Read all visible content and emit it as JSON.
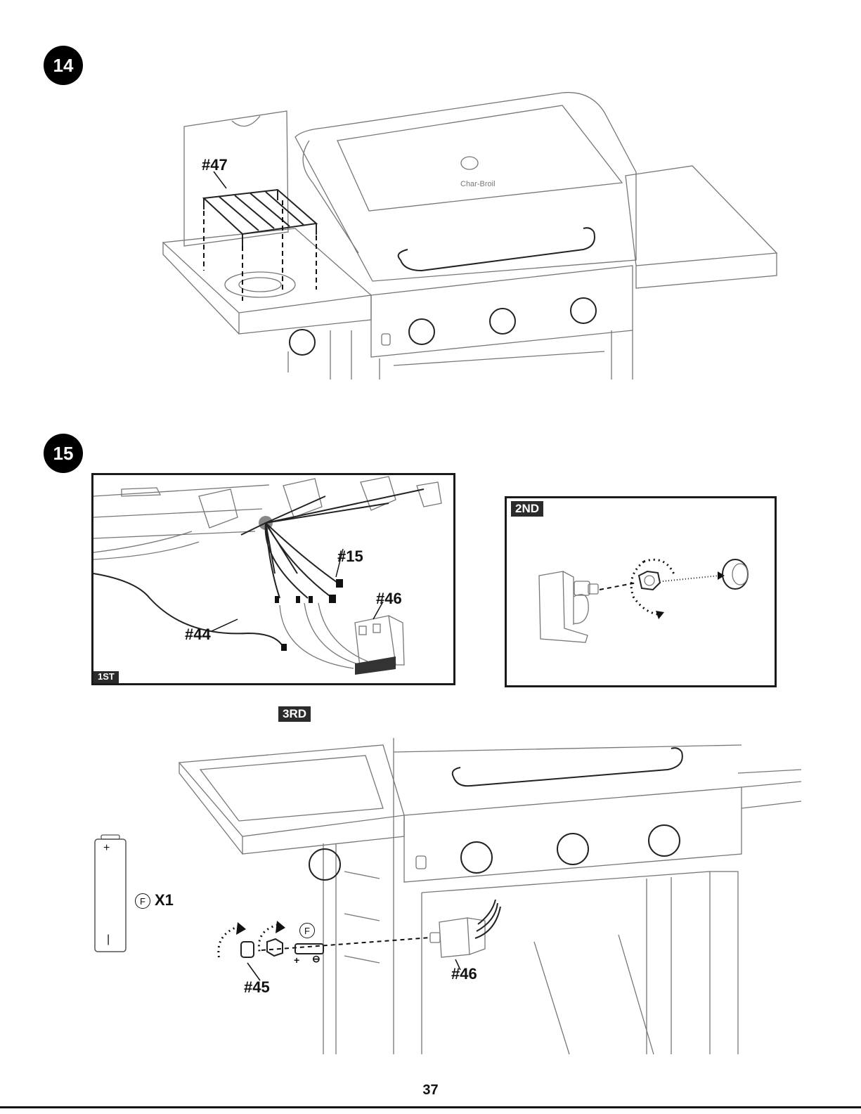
{
  "steps": [
    {
      "number": "14"
    },
    {
      "number": "15"
    }
  ],
  "step14": {
    "part_label": "#47"
  },
  "step15": {
    "panel_1st": {
      "tag": "1ST",
      "labels": {
        "wire": "#44",
        "connector": "#15",
        "module": "#46"
      }
    },
    "panel_2nd": {
      "tag": "2ND"
    },
    "panel_3rd": {
      "tag": "3RD",
      "battery_letter": "F",
      "battery_qty": "X1",
      "battery_plus": "+",
      "battery_minus": "|",
      "cap_label": "#45",
      "module_label": "#46",
      "inline_battery_letter": "F",
      "polarity_plus": "+",
      "polarity_minus": "⊖"
    }
  },
  "page_number": "37"
}
